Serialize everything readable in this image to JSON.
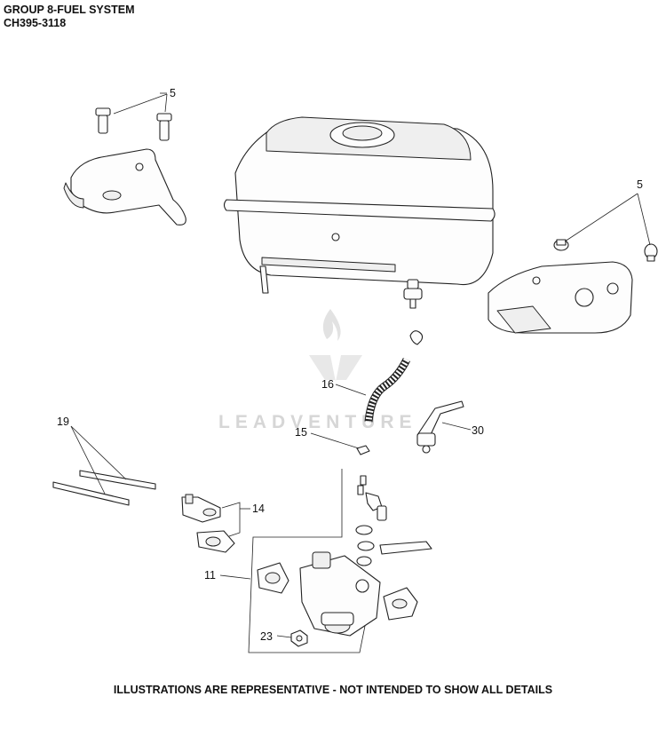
{
  "header": {
    "title": "GROUP 8-FUEL SYSTEM",
    "model": "CH395-3118"
  },
  "watermark": {
    "text": "LEADVENTURE"
  },
  "callouts": {
    "c5a": "5",
    "c5b": "5",
    "c16": "16",
    "c15": "15",
    "c30": "30",
    "c19": "19",
    "c14": "14",
    "c11": "11",
    "c23": "23"
  },
  "footer": {
    "text": "ILLUSTRATIONS ARE REPRESENTATIVE - NOT INTENDED TO SHOW ALL DETAILS"
  }
}
